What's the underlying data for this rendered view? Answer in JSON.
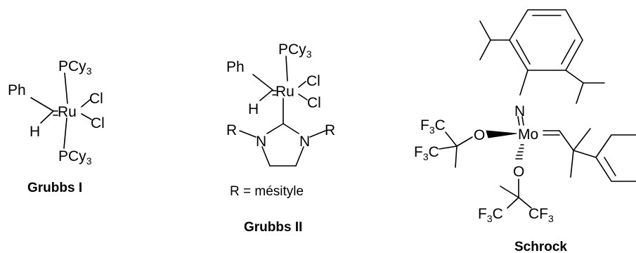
{
  "figure": {
    "labels": {
      "ph": "Ph",
      "h": "H",
      "ru": "Ru",
      "cl": "Cl",
      "p": "P",
      "cy": "Cy",
      "sub3": "3",
      "r": "R",
      "n": "N",
      "mo": "Mo",
      "o": "O",
      "f": "F",
      "c": "C"
    },
    "captions": {
      "grubbs1": "Grubbs I",
      "grubbs2": "Grubbs II",
      "grubbs2_note": "R = mésityle",
      "schrock": "Schrock"
    }
  }
}
